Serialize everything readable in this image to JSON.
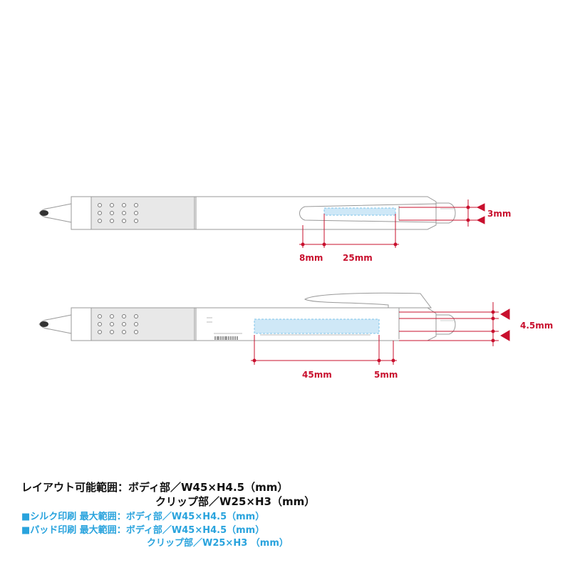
{
  "colors": {
    "dimension": "#c8102e",
    "print_area_fill": "#cfe8f7",
    "print_area_stroke": "#7cc3e8",
    "silk_pad_text": "#29a3dd",
    "outline": "#999999"
  },
  "pen_top": {
    "dims": {
      "offset": "8mm",
      "width": "25mm",
      "height": "3mm"
    }
  },
  "pen_bottom": {
    "dims": {
      "width": "45mm",
      "offset": "5mm",
      "height": "4.5mm"
    }
  },
  "specs": {
    "layout_label": "レイアウト可能範囲：",
    "layout_body": "ボディ部／W45×H4.5（mm）",
    "layout_clip": "クリップ部／W25×H3（mm）",
    "silk_label": "■シルク印刷 最大範囲：",
    "silk_body": "ボディ部／W45×H4.5（mm）",
    "pad_label": "■パッド印刷 最大範囲：",
    "pad_body": "ボディ部／W45×H4.5（mm）",
    "pad_clip": "クリップ部／W25×H3 （mm）"
  }
}
